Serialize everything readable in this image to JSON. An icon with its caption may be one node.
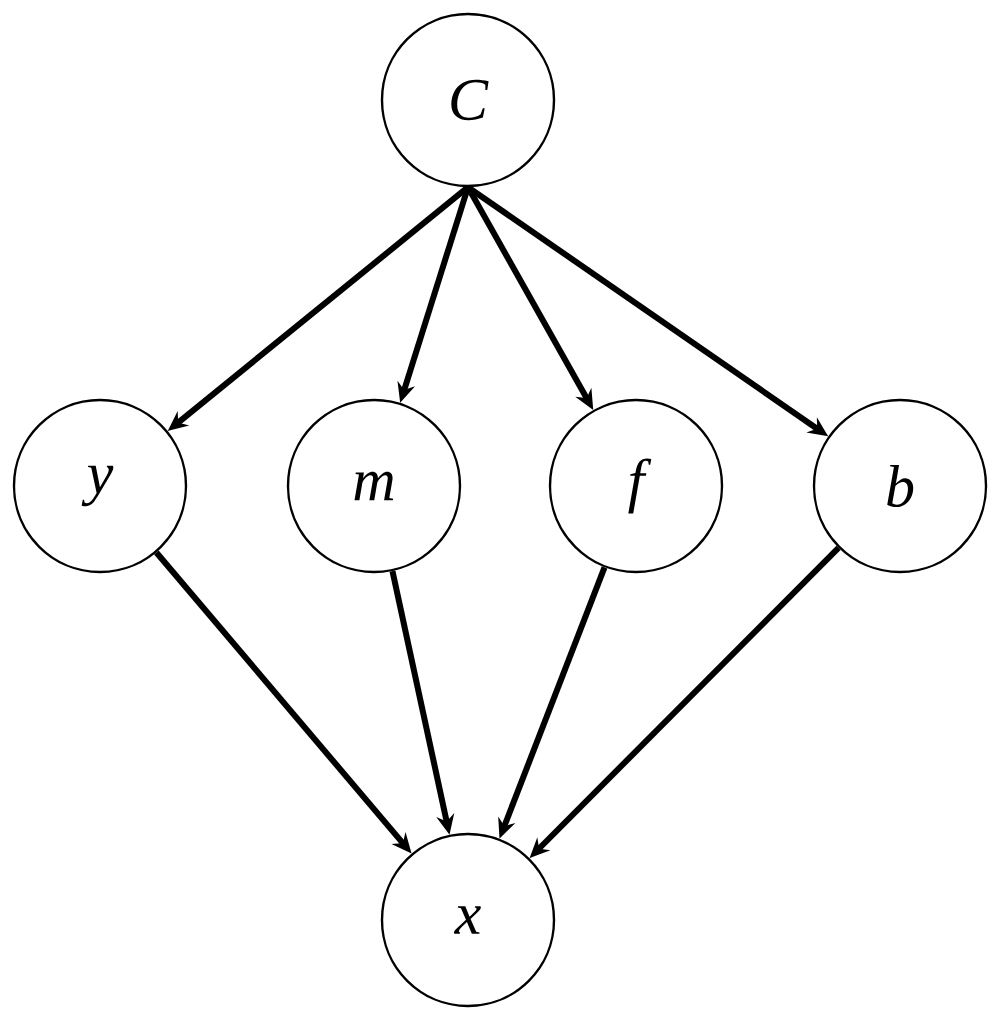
{
  "diagram": {
    "nodes": [
      {
        "text": [
          "C"
        ]
      },
      {
        "text": [
          "y"
        ]
      },
      {
        "text": [
          "m"
        ]
      },
      {
        "text": [
          "f"
        ]
      },
      {
        "text": [
          "b"
        ]
      },
      {
        "text": [
          "x"
        ]
      }
    ],
    "edges": [
      {
        "from": 0,
        "to": 1,
        "arrow": "to"
      },
      {
        "from": 0,
        "to": 2,
        "arrow": "to"
      },
      {
        "from": 0,
        "to": 3,
        "arrow": "to"
      },
      {
        "from": 0,
        "to": 4,
        "arrow": "to"
      },
      {
        "from": 1,
        "to": 5,
        "arrow": "to"
      },
      {
        "from": 2,
        "to": 5,
        "arrow": "to"
      },
      {
        "from": 3,
        "to": 5,
        "arrow": "to"
      },
      {
        "from": 4,
        "to": 5,
        "arrow": "to"
      }
    ]
  }
}
